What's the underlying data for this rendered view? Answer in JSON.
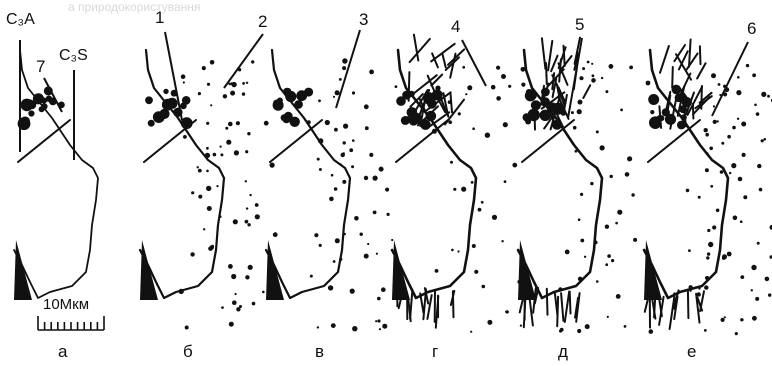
{
  "watermark": "а природокористування",
  "phase_labels": {
    "c3a": "C₃A",
    "c3s": "C₃S"
  },
  "scale_bar": {
    "label": "10Мкм"
  },
  "callouts": [
    "1",
    "2",
    "3",
    "4",
    "5",
    "6",
    "7"
  ],
  "panels": [
    "а",
    "б",
    "в",
    "г",
    "д",
    "е"
  ],
  "colors": {
    "ink": "#111111",
    "background": "#ffffff"
  }
}
